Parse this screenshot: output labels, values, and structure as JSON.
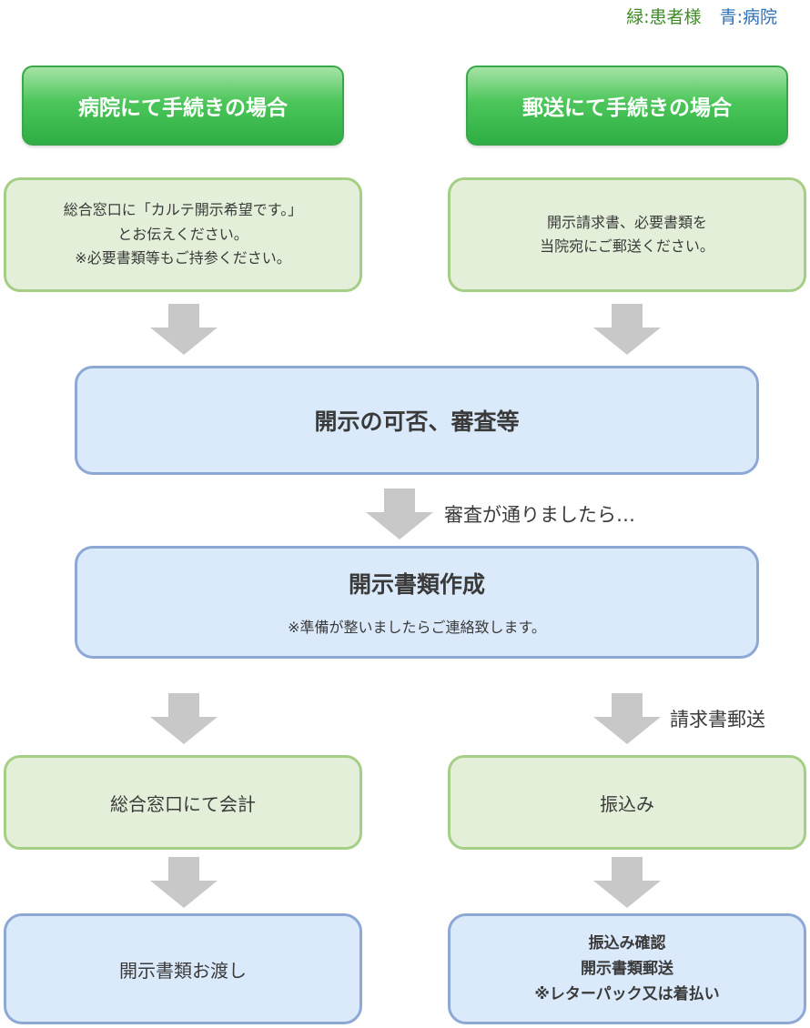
{
  "legend": {
    "green": "緑:患者様",
    "blue": "青:病院"
  },
  "colors": {
    "header_green": "#2eae44",
    "patient_fill": "#e3efd8",
    "patient_border": "#a6cf86",
    "hospital_fill": "#dbeafb",
    "hospital_border": "#8ea8d6",
    "arrow": "#c8c8c8"
  },
  "left": {
    "header": "病院にて手続きの場合",
    "step1": [
      "総合窓口に「カルテ開示希望です。」",
      "とお伝えください。",
      "※必要書類等もご持参ください。"
    ],
    "pay": "総合窓口にて会計",
    "handover": "開示書類お渡し"
  },
  "right": {
    "header": "郵送にて手続きの場合",
    "step1": [
      "開示請求書、必要書類を",
      "当院宛にご郵送ください。"
    ],
    "pay": "振込み",
    "finish": [
      "振込み確認",
      "開示書類郵送",
      "※レターパック又は着払い"
    ]
  },
  "center": {
    "review": "開示の可否、審査等",
    "review_note": "審査が通りましたら…",
    "create_title": "開示書類作成",
    "create_note": "※準備が整いましたらご連絡致します。",
    "bill_note": "請求書郵送"
  }
}
